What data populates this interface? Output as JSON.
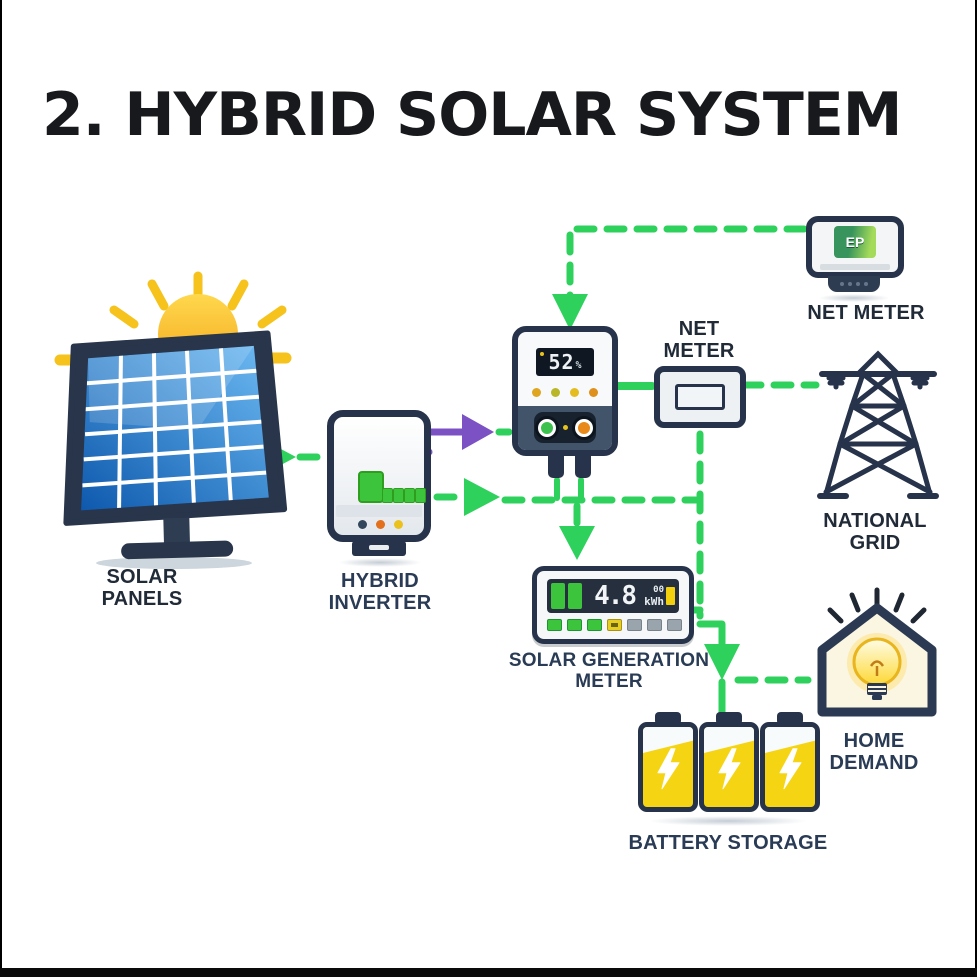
{
  "title": "2. HYBRID SOLAR SYSTEM",
  "colors": {
    "wire_green": "#2ed15c",
    "arrow_purple": "#7b51c3",
    "device_navy": "#26334a",
    "label_dark": "#212b38",
    "label_navy": "#2a3b55",
    "sun_yellow": "#f6c21c",
    "battery_yellow": "#f5d513",
    "display_green": "#3cc53c",
    "lcd_dark": "#0f1722",
    "meter_yellow": "#f2d00e",
    "knob_green": "#3cc14e",
    "knob_orange": "#e8891c"
  },
  "nodes": {
    "solar_panels": {
      "line1": "SOLAR",
      "line2": "PANELS"
    },
    "hybrid_inverter": {
      "line1": "HYBRID",
      "line2": "INVERTER"
    },
    "charge_controller": {
      "soc": "52",
      "unit": "%"
    },
    "net_meter_junction": {
      "line1": "NET",
      "line2": "METER"
    },
    "net_meter_device": {
      "label": "NET METER",
      "screen": "EP"
    },
    "national_grid": {
      "line1": "NATIONAL",
      "line2": "GRID"
    },
    "solar_generation_meter": {
      "line1": "SOLAR GENERATION",
      "line2": "METER",
      "value": "4.8",
      "unit": "kWh",
      "register": "00"
    },
    "battery_storage": {
      "label": "BATTERY STORAGE"
    },
    "home_demand": {
      "line1": "HOME",
      "line2": "DEMAND"
    }
  },
  "connections": [
    {
      "from": "solar-panels",
      "to": "hybrid-inverter",
      "style": "green-dashed-arrow"
    },
    {
      "from": "hybrid-inverter",
      "to": "charge-controller",
      "style": "purple-arrow"
    },
    {
      "from": "charge-controller",
      "to": "hybrid-inverter",
      "style": "purple-arrow"
    },
    {
      "from": "hybrid-inverter",
      "to": "solar-generation-meter",
      "style": "green-dashed-arrow"
    },
    {
      "from": "charge-controller",
      "to": "net-meter-junction",
      "style": "green-solid"
    },
    {
      "from": "net-meter-junction",
      "to": "national-grid",
      "style": "green-dashed"
    },
    {
      "from": "net-meter-device",
      "to": "charge-controller",
      "style": "green-dashed-arrow"
    },
    {
      "from": "net-meter-junction",
      "to": "battery-storage",
      "style": "green-dashed-arrow"
    },
    {
      "from": "junction",
      "to": "home-demand",
      "style": "green-dashed"
    }
  ]
}
